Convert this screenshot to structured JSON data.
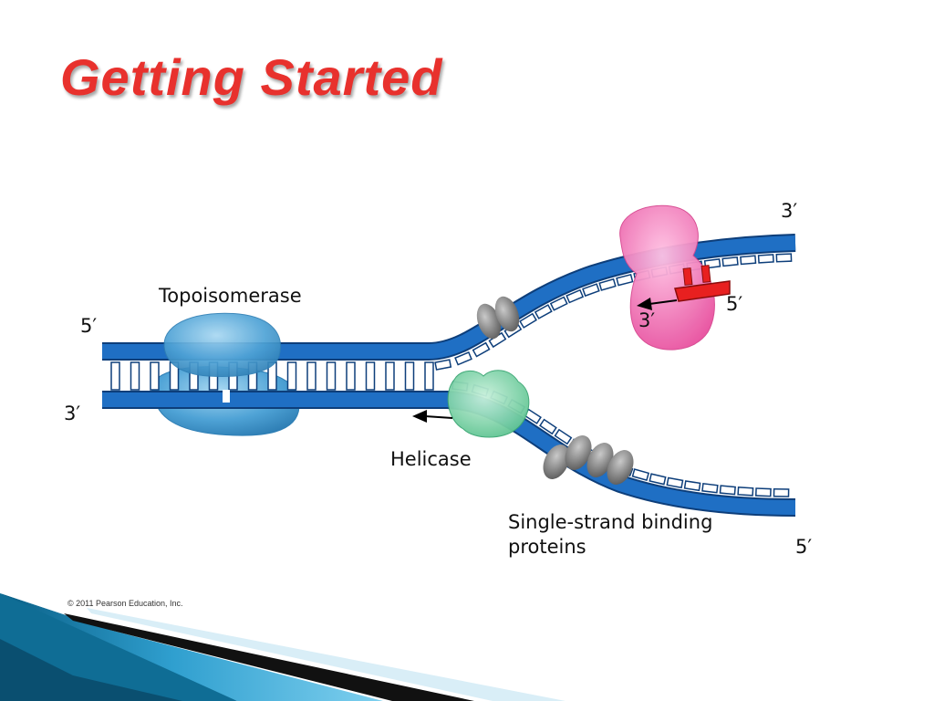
{
  "slide": {
    "title": "Getting Started",
    "copyright": "© 2011 Pearson Education, Inc."
  },
  "diagram": {
    "labels": {
      "topoisomerase": "Topoisomerase",
      "helicase": "Helicase",
      "ssb_line1": "Single-strand binding",
      "ssb_line2": "proteins",
      "left_top_end": "5′",
      "left_bottom_end": "3′",
      "right_top_end": "3′",
      "right_bottom_end": "5′",
      "primer_5": "5′",
      "primer_3": "3′"
    },
    "colors": {
      "dna_backbone": "#1f6fc4",
      "dna_outline": "#0d3e7a",
      "topoisomerase": "#4fa3d6",
      "helicase": "#79d6a6",
      "primase": "#f06cb8",
      "primer": "#e82020",
      "ssb": "#8a8a8a",
      "title": "#e8312d"
    },
    "icons": [
      "topoisomerase-protein",
      "helicase-protein",
      "primase-protein",
      "single-strand-binding-protein",
      "rna-primer"
    ]
  }
}
